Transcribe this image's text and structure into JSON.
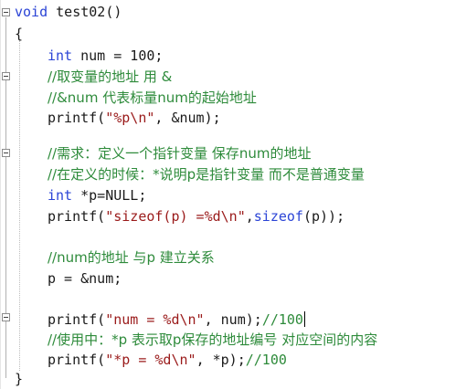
{
  "editor": {
    "lines": {
      "l1": {
        "kw": "void",
        "rest": " test02()"
      },
      "l2": {
        "text": "{"
      },
      "l3": {
        "kw": "int",
        "rest": " num = 100;"
      },
      "l4": {
        "comment": "//取变量的地址 用 &"
      },
      "l5": {
        "comment": "//&num 代表标量num的起始地址"
      },
      "l6": {
        "pre": "printf(",
        "str": "\"%p\\n\"",
        "post": ", &num);"
      },
      "l8": {
        "comment": "//需求：定义一个指针变量 保存num的地址"
      },
      "l9": {
        "comment": "//在定义的时候：*说明p是指针变量 而不是普通变量"
      },
      "l10": {
        "kw": "int",
        "rest": " *p=NULL;"
      },
      "l11": {
        "pre": "printf(",
        "str": "\"sizeof(p) =%d\\n\"",
        "post": ",",
        "kw2": "sizeof",
        "post2": "(p));"
      },
      "l13": {
        "comment": "//num的地址 与p 建立关系"
      },
      "l14": {
        "text": "p = &num;"
      },
      "l16": {
        "pre": "printf(",
        "str": "\"num = %d\\n\"",
        "post": ", num);",
        "comment": "//100"
      },
      "l17": {
        "comment": "//使用中：*p 表示取p保存的地址编号 对应空间的内容"
      },
      "l18": {
        "pre": "printf(",
        "str": "\"*p = %d\\n\"",
        "post": ", *p);",
        "comment": "//100"
      },
      "l19": {
        "text": "}"
      }
    },
    "colors": {
      "keyword": "#2b44d6",
      "comment": "#2e8b3b",
      "string": "#9a1a1a",
      "text": "#1a1a1a"
    }
  }
}
